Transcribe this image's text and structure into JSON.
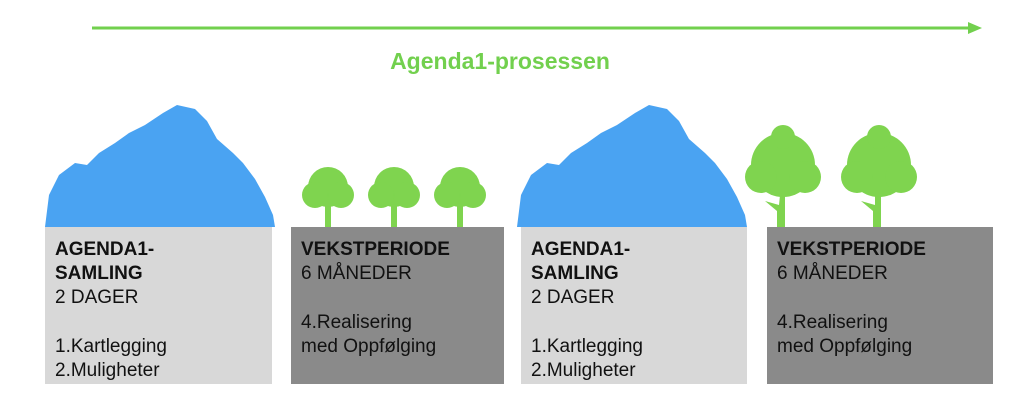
{
  "title": "Agenda1-prosessen",
  "colors": {
    "accent_green": "#72d04e",
    "tree_green": "#7fd44f",
    "mountain_blue": "#4aa3f2",
    "box_light": "#d8d8d8",
    "box_dark": "#8a8a8a"
  },
  "boxes": [
    {
      "heading_line1": "AGENDA1-",
      "heading_line2": "SAMLING",
      "subtitle": "2 DAGER",
      "items": [
        "1.Kartlegging",
        "2.Muligheter"
      ]
    },
    {
      "heading_line1": "VEKSTPERIODE",
      "heading_line2": "",
      "subtitle": "6 MÅNEDER",
      "items": [
        "4.Realisering",
        "med Oppfølging"
      ]
    },
    {
      "heading_line1": "AGENDA1-",
      "heading_line2": "SAMLING",
      "subtitle": "2 DAGER",
      "items": [
        "1.Kartlegging",
        "2.Muligheter"
      ]
    },
    {
      "heading_line1": "VEKSTPERIODE",
      "heading_line2": "",
      "subtitle": "6 MÅNEDER",
      "items": [
        "4.Realisering",
        "med Oppfølging"
      ]
    }
  ]
}
